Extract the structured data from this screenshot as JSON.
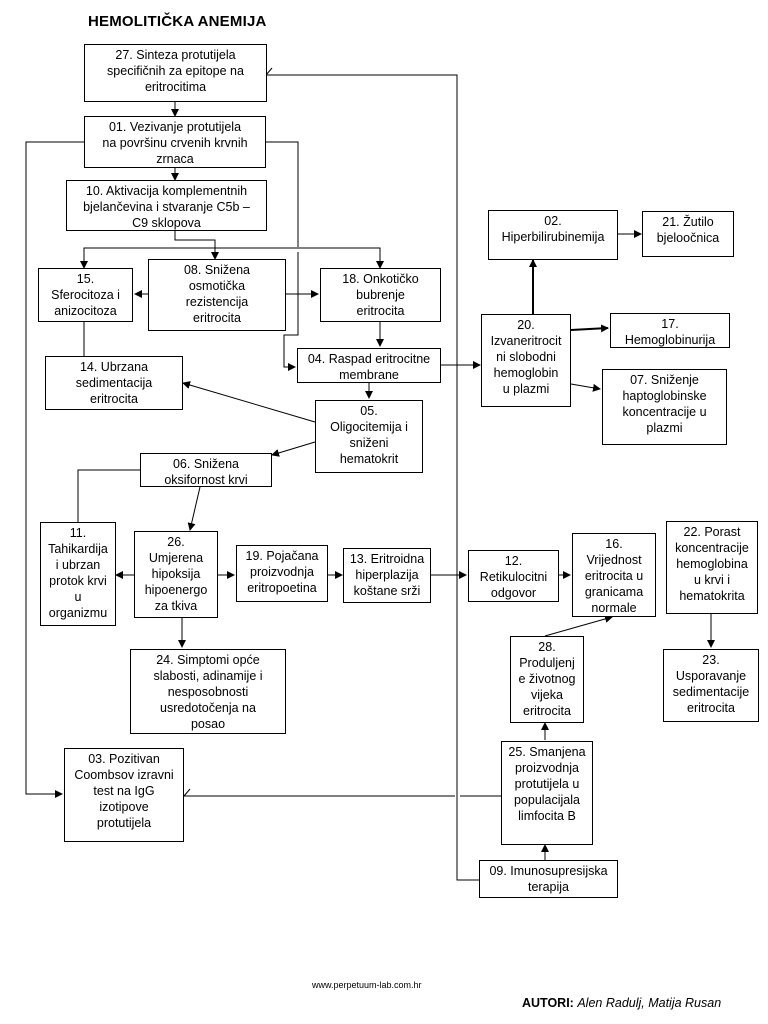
{
  "title": "HEMOLITIČKA ANEMIJA",
  "nodes": {
    "n27": "27. Sinteza protutijela\nspecifičnih za epitope na\neritrocitima",
    "n01": "01. Vezivanje protutijela\nna površinu crvenih krvnih\nzrnaca",
    "n10": "10. Aktivacija komplementnih\nbjelančevina i stvaranje C5b –\nC9 sklopova",
    "n15": "15.\nSferocitoza i\nanizocitoza",
    "n08": "08. Snižena\nosmotička\nrezistencija\neritrocita",
    "n18": "18. Onkotičko\nbubrenje\neritrocita",
    "n14": "14. Ubrzana\nsedimentacija\neritrocita",
    "n04": "04. Raspad eritrocitne\nmembrane",
    "n05": "05.\nOligocitemija i\nsniženi\nhematokrit",
    "n06": "06. Snižena\noksifornost krvi",
    "n11": "11.\nTahikardija\ni ubrzan\nprotok krvi\nu\norganizmu",
    "n26": "26.\nUmjerena\nhipoksija\nhipoenergo\nza tkiva",
    "n19": "19. Pojačana\nproizvodnja\neritropoetina",
    "n13": "13. Eritroidna\nhiperplazija\nkoštane srži",
    "n24": "24. Simptomi opće\nslabosti, adinamije i\nnesposobnosti\nusredotočenja na\nposao",
    "n03": "03. Pozitivan\nCoombsov izravni\ntest na IgG\nizotipove\nprotutijela",
    "n02": "02.\nHiperbilirubinemija",
    "n21": "21. Žutilo\nbjeloočnica",
    "n20": "20.\nIzvaneritrocit\nni slobodni\nhemoglobin\nu plazmi",
    "n17": "17.\nHemoglobinurija",
    "n07": "07. Sniženje\nhaptoglobinske\nkoncentracije u\nplazmi",
    "n12": "12.\nRetikulocitni\nodgovor",
    "n16": "16.\nVrijednost\neritrocita u\ngranicama\nnormale",
    "n22": "22. Porast\nkoncentracije\nhemoglobina\nu krvi i\nhematokrita",
    "n23": "23.\nUsporavanje\nsedimentacije\neritrocita",
    "n28": "28.\nProduljenj\ne životnog\nvijeka\neritrocita",
    "n25": "25. Smanjena\nproizvodnja\nprotutijela u\npopulacijala\nlimfocita B",
    "n09": "09. Imunosupresijska\nterapija"
  },
  "footer": {
    "url": "www.perpetuum-lab.com.hr",
    "authors_label": "AUTORI:",
    "authors_names": "Alen Radulj, Matija Rusan"
  }
}
